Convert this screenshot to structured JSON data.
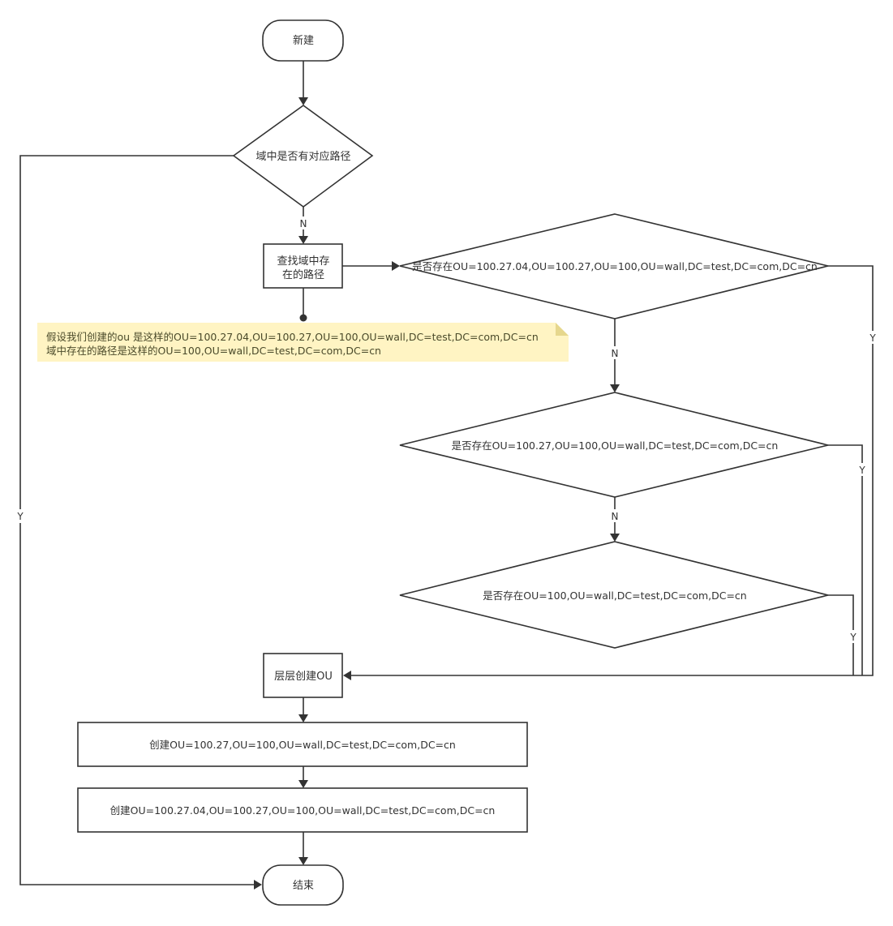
{
  "nodes": {
    "start": {
      "label": "新建"
    },
    "decision_path_exists": {
      "label": "域中是否有对应路径"
    },
    "find_existing_path": {
      "line1": "查找域中存",
      "line2": "在的路径"
    },
    "decision_1": {
      "label": "是否存在OU=100.27.04,OU=100.27,OU=100,OU=wall,DC=test,DC=com,DC=cn"
    },
    "decision_2": {
      "label": "是否存在OU=100.27,OU=100,OU=wall,DC=test,DC=com,DC=cn"
    },
    "decision_3": {
      "label": "是否存在OU=100,OU=wall,DC=test,DC=com,DC=cn"
    },
    "create_layered_ou": {
      "label": "层层创建OU"
    },
    "create_step_1": {
      "label": "创建OU=100.27,OU=100,OU=wall,DC=test,DC=com,DC=cn"
    },
    "create_step_2": {
      "label": "创建OU=100.27.04,OU=100.27,OU=100,OU=wall,DC=test,DC=com,DC=cn"
    },
    "end": {
      "label": "结束"
    }
  },
  "note": {
    "line1": "假设我们创建的ou 是这样的OU=100.27.04,OU=100.27,OU=100,OU=wall,DC=test,DC=com,DC=cn",
    "line2": "域中存在的路径是这样的OU=100,OU=wall,DC=test,DC=com,DC=cn"
  },
  "edge_labels": {
    "path_exists_no": "N",
    "path_exists_yes": "Y",
    "decision_1_no": "N",
    "decision_1_yes": "Y",
    "decision_2_no": "N",
    "decision_2_yes": "Y",
    "decision_3_yes": "Y"
  }
}
